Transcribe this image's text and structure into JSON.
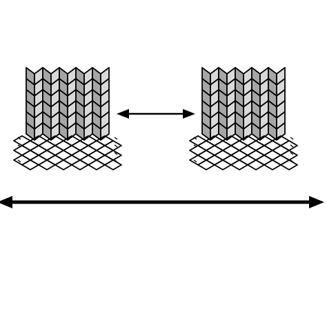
{
  "diagram": {
    "background": "#ffffff",
    "stroke_color": "#000000",
    "fill_colors": {
      "light_face": "#d9d9d9",
      "dark_face": "#a6a6a6"
    },
    "blocks": [
      {
        "name": "left-block",
        "columns": 5,
        "rows": 6,
        "mesh_rows": 3
      },
      {
        "name": "right-block",
        "columns": 5,
        "rows": 6,
        "mesh_rows": 3
      }
    ],
    "arrows": [
      {
        "name": "short-arrow",
        "direction": "double-headed"
      },
      {
        "name": "long-arrow",
        "direction": "double-headed"
      }
    ]
  }
}
